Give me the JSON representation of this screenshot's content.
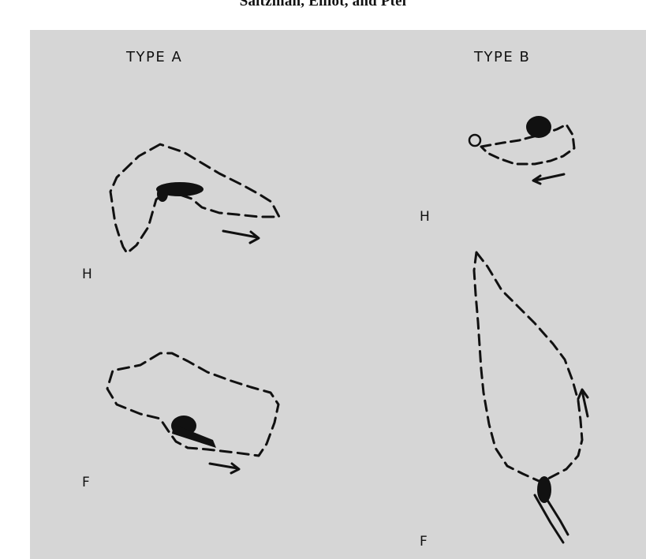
{
  "running_head": "Saltzman, Elliot, and Ptel",
  "figure": {
    "type_a_label": "TYPE  A",
    "type_b_label": "TYPE  B",
    "type_a_h_label": "H",
    "type_a_f_label": "F",
    "type_b_h_label": "H",
    "type_b_f_label": "F",
    "colors": {
      "background": "#d6d6d6",
      "ink": "#111111"
    }
  }
}
